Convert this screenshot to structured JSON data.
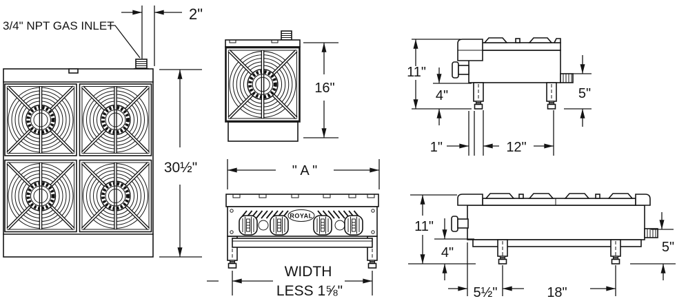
{
  "labels": {
    "gas_inlet": "3/4\" NPT GAS INLET",
    "brand": "ROYAL",
    "plan": {
      "inlet_offset": "2\"",
      "depth_overall": "30½\""
    },
    "single": {
      "depth": "16\""
    },
    "front": {
      "width": "\" A \"",
      "width_less_line1": "WIDTH",
      "width_less_line2": "LESS 1⅝\""
    },
    "side12": {
      "height": "11\"",
      "leg_height": "4\"",
      "inlet_height": "5\"",
      "leg_inset": "1\"",
      "leg_span": "12\""
    },
    "side18": {
      "height": "11\"",
      "leg_height": "4\"",
      "inlet_height": "5\"",
      "leg_inset": "5½\"",
      "leg_span": "18\""
    }
  }
}
